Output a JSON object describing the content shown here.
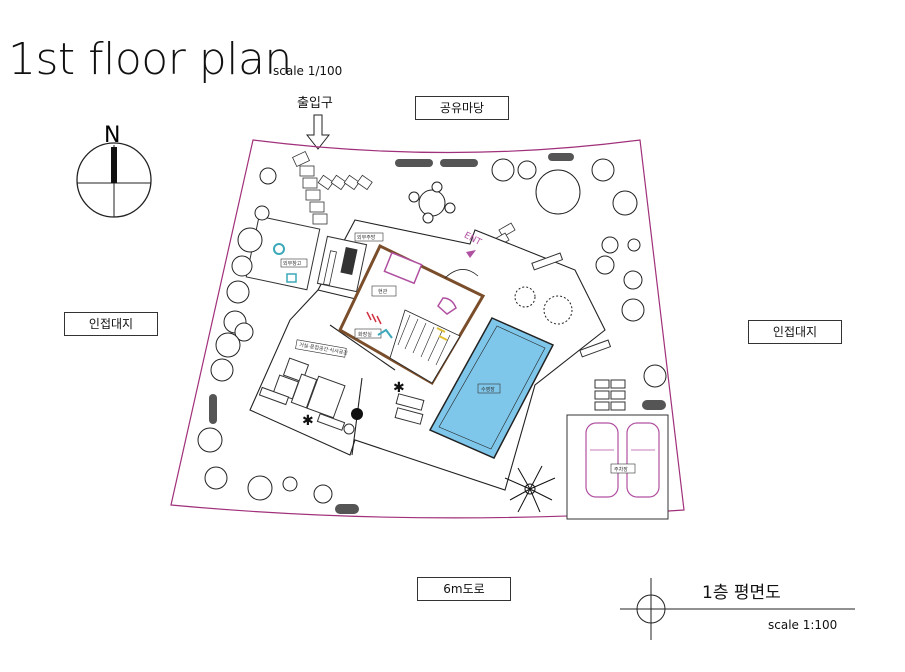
{
  "title": "1st floor plan",
  "scale_note": "scale 1/100",
  "compass": {
    "label": "N"
  },
  "entrance_label": "출입구",
  "ent_mark": "ENT",
  "surroundings": {
    "north": "공유마당",
    "west": "인접대지",
    "east": "인접대지",
    "south": "6m도로"
  },
  "rooms": {
    "outdoor_storage": "외부창고",
    "outdoor_kitchen": "외부주방",
    "entrance_hall": "현관",
    "toilet": "화장실",
    "living": "거실·응접공간·식사공간",
    "pool": "수영장",
    "parking": "주차장"
  },
  "title_block": {
    "name": "1층 평면도",
    "scale": "scale 1:100"
  },
  "colors": {
    "site_boundary": "#a0307a",
    "pool": "#7fc7ea",
    "house_wall": "#7a4e2a",
    "furniture_accent": "#b050a0",
    "fixture_accent": "#3aa8b8"
  }
}
